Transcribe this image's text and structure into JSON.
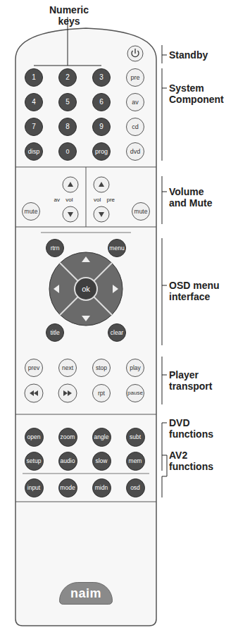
{
  "diagram": {
    "nodes": [
      {
        "text": [
          "1"
        ]
      },
      {
        "text": [
          "2"
        ]
      },
      {
        "text": [
          "3"
        ]
      },
      {
        "text": [
          "pre"
        ]
      },
      {
        "text": [
          "4"
        ]
      },
      {
        "text": [
          "5"
        ]
      },
      {
        "text": [
          "6"
        ]
      },
      {
        "text": [
          "av"
        ]
      },
      {
        "text": [
          "7"
        ]
      },
      {
        "text": [
          "8"
        ]
      },
      {
        "text": [
          "9"
        ]
      },
      {
        "text": [
          "cd"
        ]
      },
      {
        "text": [
          "disp"
        ]
      },
      {
        "text": [
          "0"
        ]
      },
      {
        "text": [
          "prog"
        ]
      },
      {
        "text": [
          "dvd"
        ]
      },
      {
        "text": [
          "mute"
        ]
      },
      {
        "text": [
          "mute"
        ]
      },
      {
        "text": [
          "rtrn"
        ]
      },
      {
        "text": [
          "menu"
        ]
      },
      {
        "text": [
          "ok"
        ]
      },
      {
        "text": [
          "title"
        ]
      },
      {
        "text": [
          "clear"
        ]
      },
      {
        "text": [
          "prev"
        ]
      },
      {
        "text": [
          "next"
        ]
      },
      {
        "text": [
          "stop"
        ]
      },
      {
        "text": [
          "play"
        ]
      },
      {
        "text": [
          "rpt"
        ]
      },
      {
        "text": [
          "pause"
        ]
      },
      {
        "text": [
          "open"
        ]
      },
      {
        "text": [
          "zoom"
        ]
      },
      {
        "text": [
          "angle"
        ]
      },
      {
        "text": [
          "subt"
        ]
      },
      {
        "text": [
          "setup"
        ]
      },
      {
        "text": [
          "audio"
        ]
      },
      {
        "text": [
          "slow"
        ]
      },
      {
        "text": [
          "mem"
        ]
      },
      {
        "text": [
          "input"
        ]
      },
      {
        "text": [
          "mode"
        ]
      },
      {
        "text": [
          "midn"
        ]
      },
      {
        "text": [
          "osd"
        ]
      },
      {
        "text": [
          "naim"
        ]
      }
    ],
    "labels": [
      "Numeric keys",
      "Standby",
      "System Component",
      "Volume and Mute",
      "OSD menu interface",
      "Player transport",
      "DVD functions",
      "AV2 functions",
      "av vol",
      "vol pre"
    ]
  }
}
